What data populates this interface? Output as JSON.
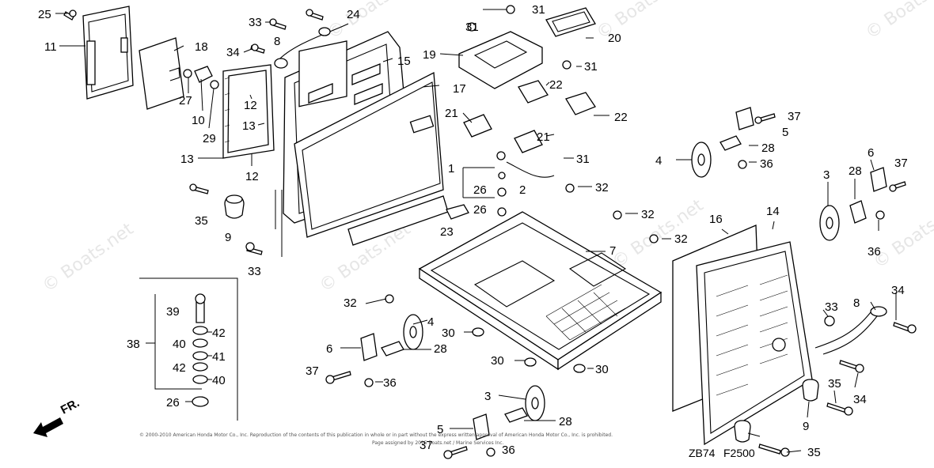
{
  "diagram": {
    "figure_code": "ZB74",
    "figure_number": "F2500",
    "direction_label": "FR.",
    "watermark": "© Boats.net",
    "copyright": "© 2000-2010 American Honda Motor Co., Inc. Reproduction of the contents of this publication in whole or in part without the express written approval of American Honda Motor Co., Inc. is prohibited.",
    "page_note": "Page assigned by 2015 Boats.net / Marine Services Inc.",
    "part_labels": [
      "25",
      "11",
      "18",
      "33",
      "8",
      "24",
      "34",
      "15",
      "27",
      "10",
      "12",
      "13",
      "29",
      "13",
      "12",
      "17",
      "35",
      "9",
      "33",
      "31",
      "19",
      "31",
      "20",
      "31",
      "22",
      "22",
      "21",
      "21",
      "31",
      "1",
      "26",
      "26",
      "2",
      "32",
      "23",
      "32",
      "32",
      "37",
      "5",
      "28",
      "4",
      "36",
      "6",
      "37",
      "3",
      "28",
      "36",
      "16",
      "14",
      "34",
      "33",
      "8",
      "34",
      "35",
      "9",
      "35",
      "7",
      "32",
      "4",
      "30",
      "28",
      "6",
      "30",
      "30",
      "37",
      "36",
      "3",
      "28",
      "5",
      "37",
      "36",
      "39",
      "42",
      "40",
      "41",
      "42",
      "40",
      "38",
      "26"
    ]
  }
}
